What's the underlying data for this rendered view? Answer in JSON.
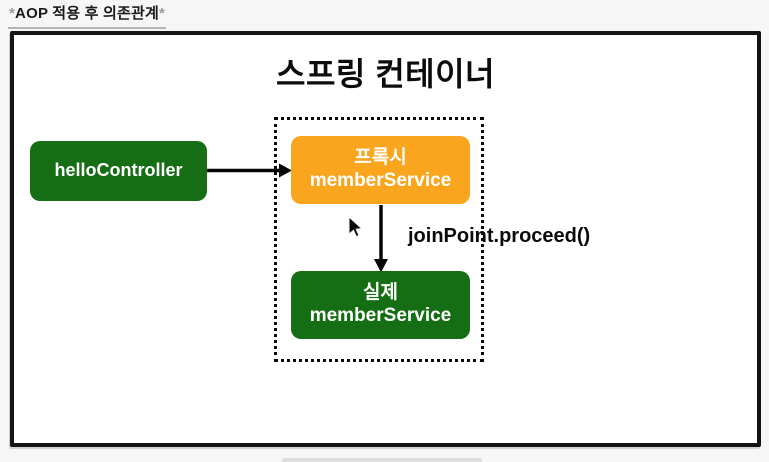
{
  "heading": {
    "prefix": "*",
    "text": "AOP 적용 후 의존관계",
    "suffix": "*"
  },
  "container": {
    "title": "스프링 컨테이너"
  },
  "nodes": {
    "hello_controller": {
      "label": "helloController"
    },
    "proxy_member_service": {
      "line1": "프록시",
      "line2": "memberService"
    },
    "real_member_service": {
      "line1": "실제",
      "line2": "memberService"
    }
  },
  "annotation": {
    "text": "joinPoint.proceed()"
  },
  "icons": {
    "mouse_cursor": "arrow-pointer-icon",
    "arrow_right": "right-arrow-connector",
    "arrow_down": "down-arrow-connector"
  },
  "colors": {
    "node-green": "#156e13",
    "node-orange": "#f9a51d",
    "node-text": "#ffffff",
    "frame-border": "#141414",
    "frame-bg": "#ffffff",
    "page-bg": "#f6f6f6",
    "arrow": "#060606",
    "heading-asterisk": "#9a9a9a",
    "heading-underline": "#b5b5b5"
  }
}
